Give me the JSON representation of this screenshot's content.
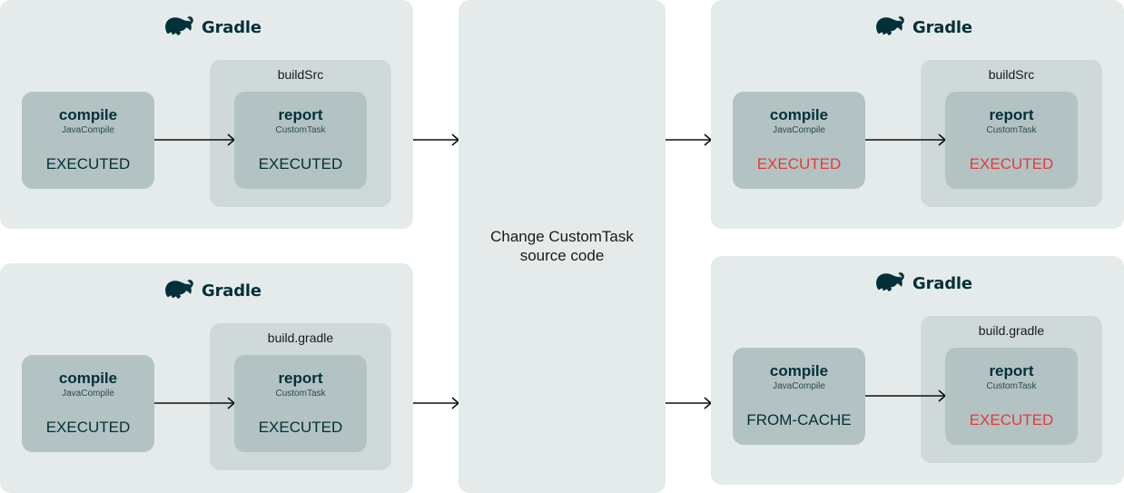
{
  "brand": {
    "name": "Gradle",
    "logo_icon": "gradle-elephant-icon",
    "color": "#02303a"
  },
  "center": {
    "line1": "Change CustomTask",
    "line2": "source code"
  },
  "colors": {
    "panel": "#e5ebeb",
    "group": "#cfd9d9",
    "task": "#b3c2c2",
    "executed_red": "#e8393b"
  },
  "panels": {
    "top_left": {
      "group_label": "buildSrc",
      "compile": {
        "name": "compile",
        "type": "JavaCompile",
        "status": "EXECUTED"
      },
      "report": {
        "name": "report",
        "type": "CustomTask",
        "status": "EXECUTED"
      }
    },
    "bottom_left": {
      "group_label": "build.gradle",
      "compile": {
        "name": "compile",
        "type": "JavaCompile",
        "status": "EXECUTED"
      },
      "report": {
        "name": "report",
        "type": "CustomTask",
        "status": "EXECUTED"
      }
    },
    "top_right": {
      "group_label": "buildSrc",
      "compile": {
        "name": "compile",
        "type": "JavaCompile",
        "status": "EXECUTED"
      },
      "report": {
        "name": "report",
        "type": "CustomTask",
        "status": "EXECUTED"
      }
    },
    "bottom_right": {
      "group_label": "build.gradle",
      "compile": {
        "name": "compile",
        "type": "JavaCompile",
        "status": "FROM-CACHE"
      },
      "report": {
        "name": "report",
        "type": "CustomTask",
        "status": "EXECUTED"
      }
    }
  }
}
